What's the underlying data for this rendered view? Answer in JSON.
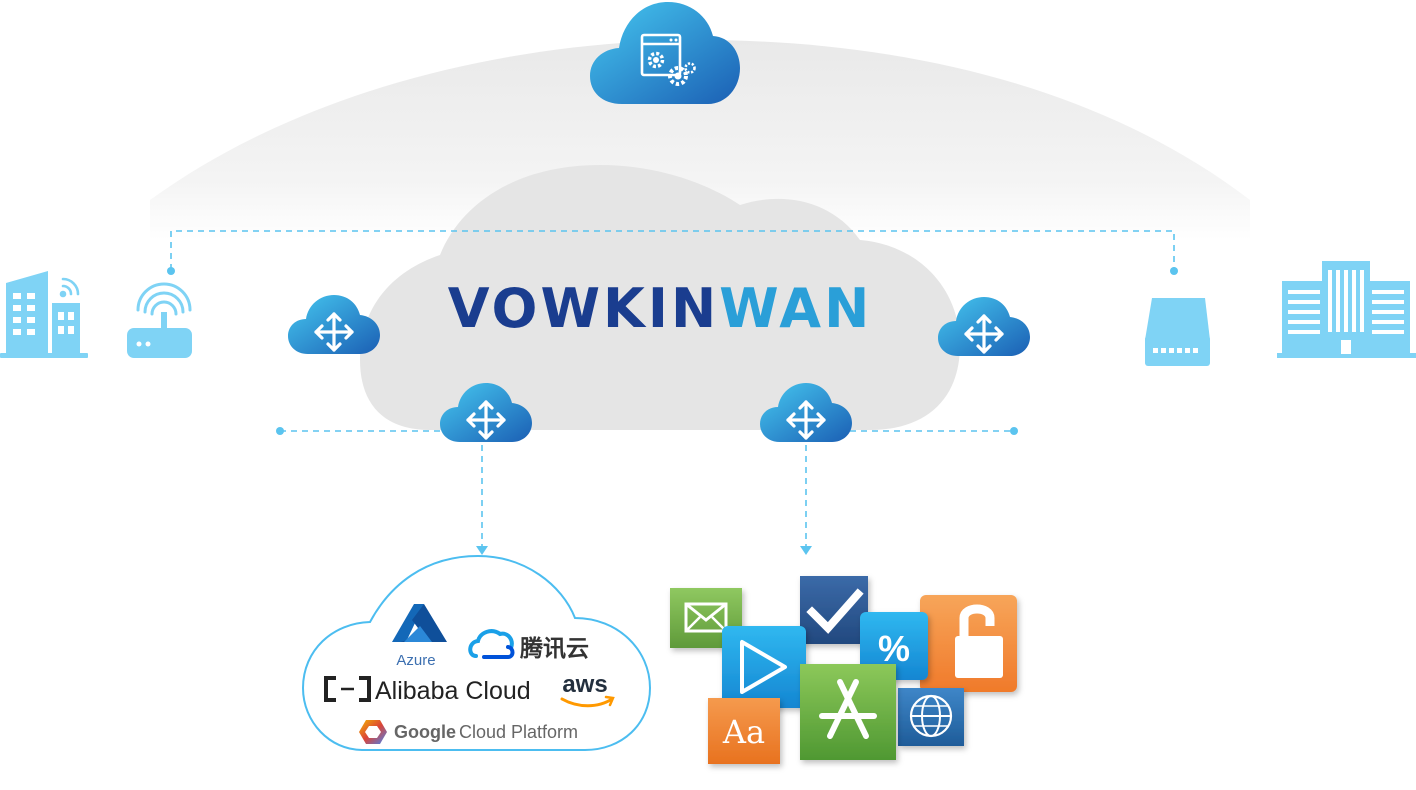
{
  "brand": {
    "part1": "VOWKIN",
    "part2": "WAN",
    "color1": "#1a3d8f",
    "color2": "#2a9fd8"
  },
  "cloud_providers": {
    "azure": "Azure",
    "tencent": "腾讯云",
    "alibaba": "Alibaba Cloud",
    "aws": "aws",
    "google_brand": "Google",
    "google_rest": "Cloud Platform"
  },
  "app_tiles": {
    "percent": "%",
    "font_aa": "Aa"
  },
  "icons": {
    "controller": "settings-window-icon",
    "edge_nodes": "cloud-arrows-icon",
    "left_site": "office-building-icon",
    "left_device": "wifi-router-icon",
    "right_device": "cpe-device-icon",
    "right_site": "headquarters-building-icon"
  },
  "colors": {
    "icon_light_blue": "#7fd3f5",
    "cloud_gradient_top": "#3dc2ee",
    "cloud_gradient_bottom": "#1b6fc0",
    "dashed_line": "#5bc4ef",
    "main_cloud": "#e6e6e6"
  }
}
